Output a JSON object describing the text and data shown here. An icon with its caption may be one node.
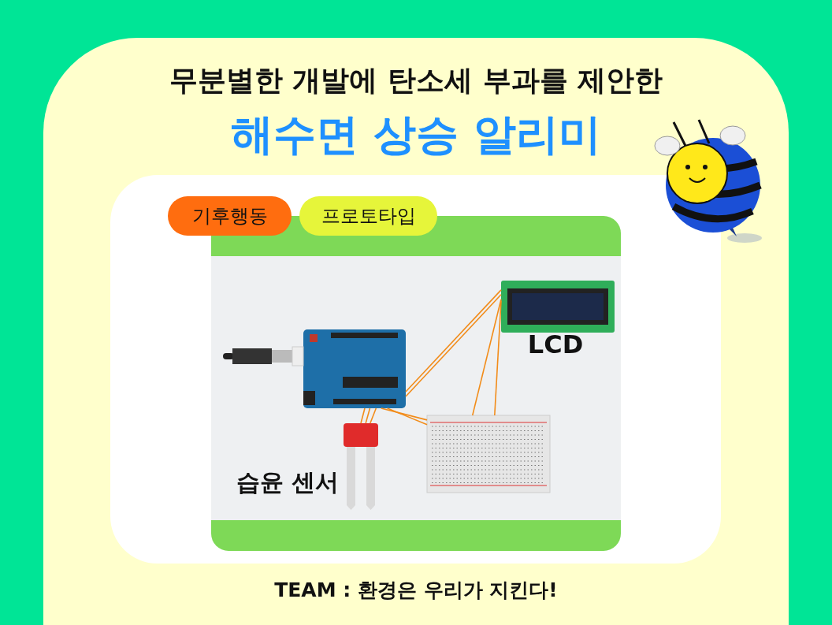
{
  "diagram": {
    "title": "해수면 상승 알리미",
    "caption": "TEAM : 환경은 우리가 지킨다!",
    "labels": [
      "무분별한 개발에 탄소세 부과를 제안한"
    ],
    "nodes": [
      {
        "text": [
          "기후행동"
        ]
      },
      {
        "text": [
          "프로토타입"
        ]
      },
      {
        "text": [],
        "shape": "picture"
      },
      {
        "text": [],
        "shape": "picture",
        "beside": [
          "LCD"
        ]
      },
      {
        "text": [],
        "shape": "picture"
      },
      {
        "text": [],
        "shape": "picture",
        "beside": [
          "습윤 센서"
        ]
      }
    ],
    "edges": [
      {
        "from": 2,
        "to": 3,
        "arrow": "none"
      },
      {
        "from": 2,
        "to": 3,
        "arrow": "none"
      },
      {
        "from": 4,
        "to": 3,
        "arrow": "none"
      },
      {
        "from": 4,
        "to": 3,
        "arrow": "none"
      },
      {
        "from": 2,
        "to": 4,
        "arrow": "none"
      },
      {
        "from": 2,
        "to": 4,
        "arrow": "none"
      },
      {
        "from": 2,
        "to": 5,
        "arrow": "none"
      },
      {
        "from": 2,
        "to": 5,
        "arrow": "none"
      },
      {
        "from": 2,
        "to": 5,
        "arrow": "none"
      }
    ]
  }
}
